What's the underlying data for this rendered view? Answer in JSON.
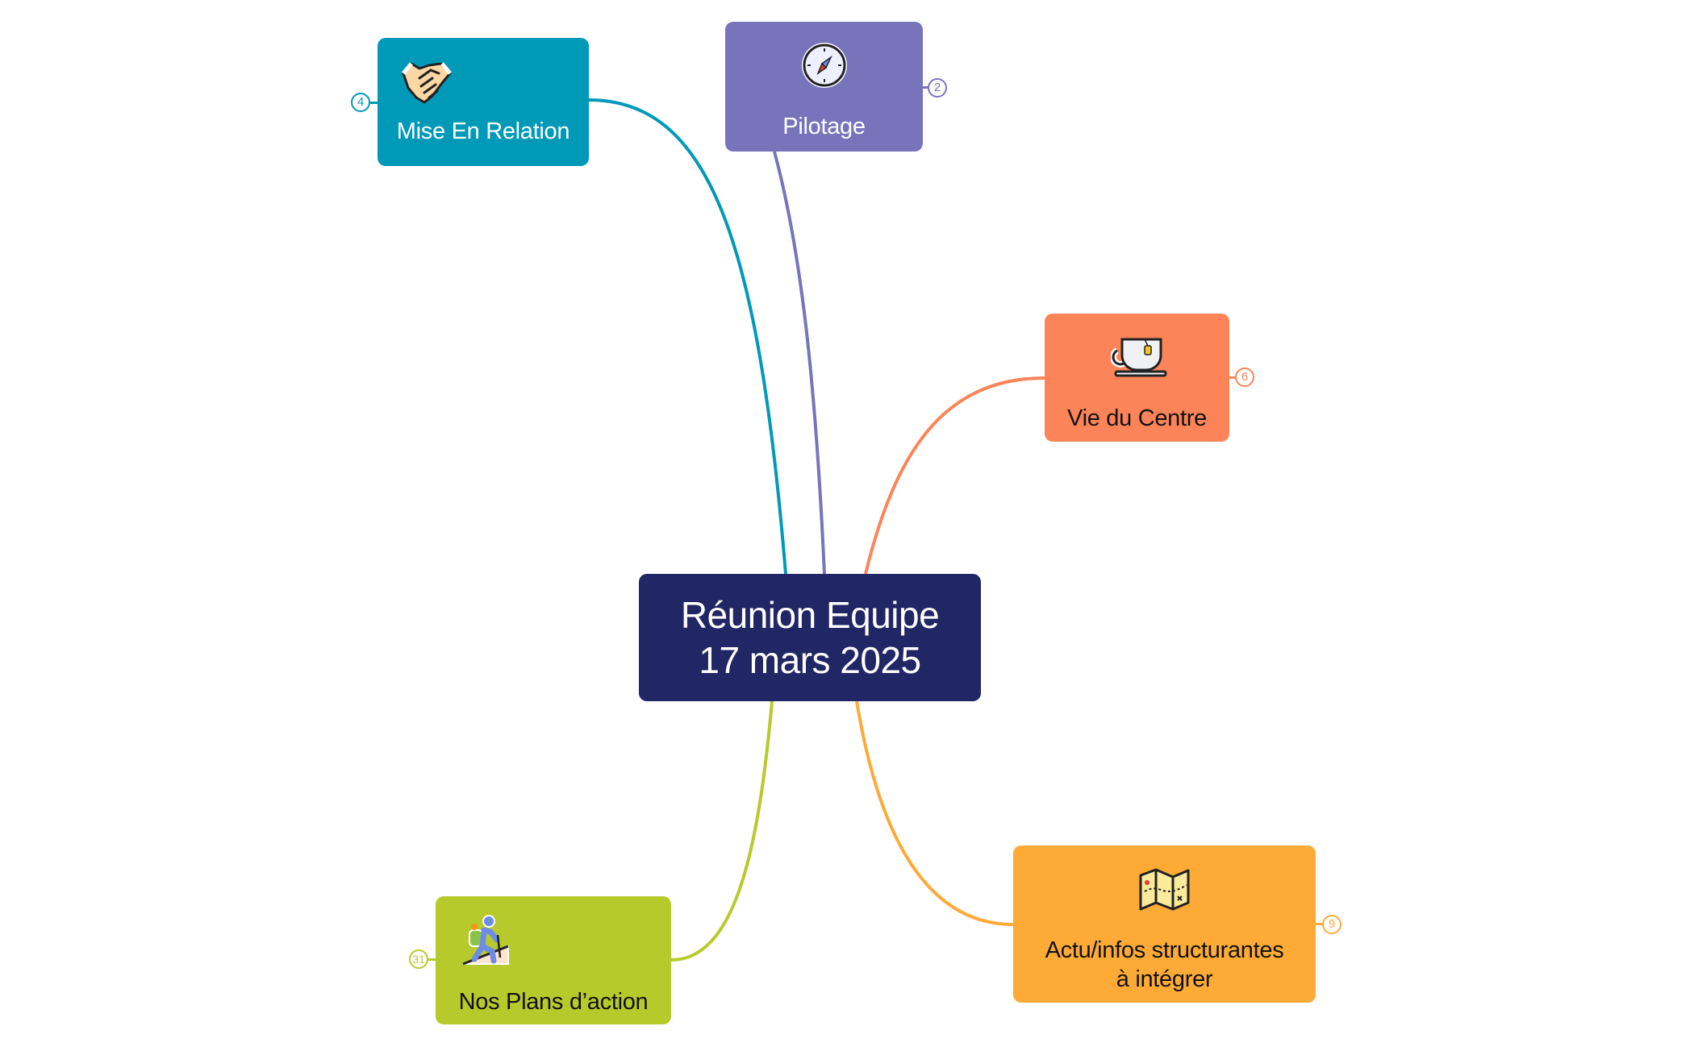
{
  "central": {
    "line1": "Réunion Equipe",
    "line2": "17 mars 2025",
    "color": "#212665"
  },
  "branches": [
    {
      "id": "mise-en-relation",
      "label": "Mise En Relation",
      "icon": "handshake-icon",
      "color": "#0199B8",
      "text_color": "#ffffff",
      "count": "4",
      "badge_side": "left"
    },
    {
      "id": "pilotage",
      "label": "Pilotage",
      "icon": "compass-icon",
      "color": "#7874BC",
      "text_color": "#ffffff",
      "count": "2",
      "badge_side": "right"
    },
    {
      "id": "vie-du-centre",
      "label": "Vie du Centre",
      "icon": "teacup-icon",
      "color": "#FC8458",
      "text_color": "#111111",
      "count": "6",
      "badge_side": "right"
    },
    {
      "id": "actu-infos",
      "label_line1": "Actu/infos structurantes",
      "label_line2": "à intégrer",
      "icon": "map-icon",
      "color": "#FEAA37",
      "text_color": "#111111",
      "count": "9",
      "badge_side": "right"
    },
    {
      "id": "nos-plans",
      "label": "Nos Plans d’action",
      "icon": "hiker-icon",
      "color": "#B7CA2B",
      "text_color": "#111111",
      "count": "31",
      "badge_side": "left"
    }
  ]
}
